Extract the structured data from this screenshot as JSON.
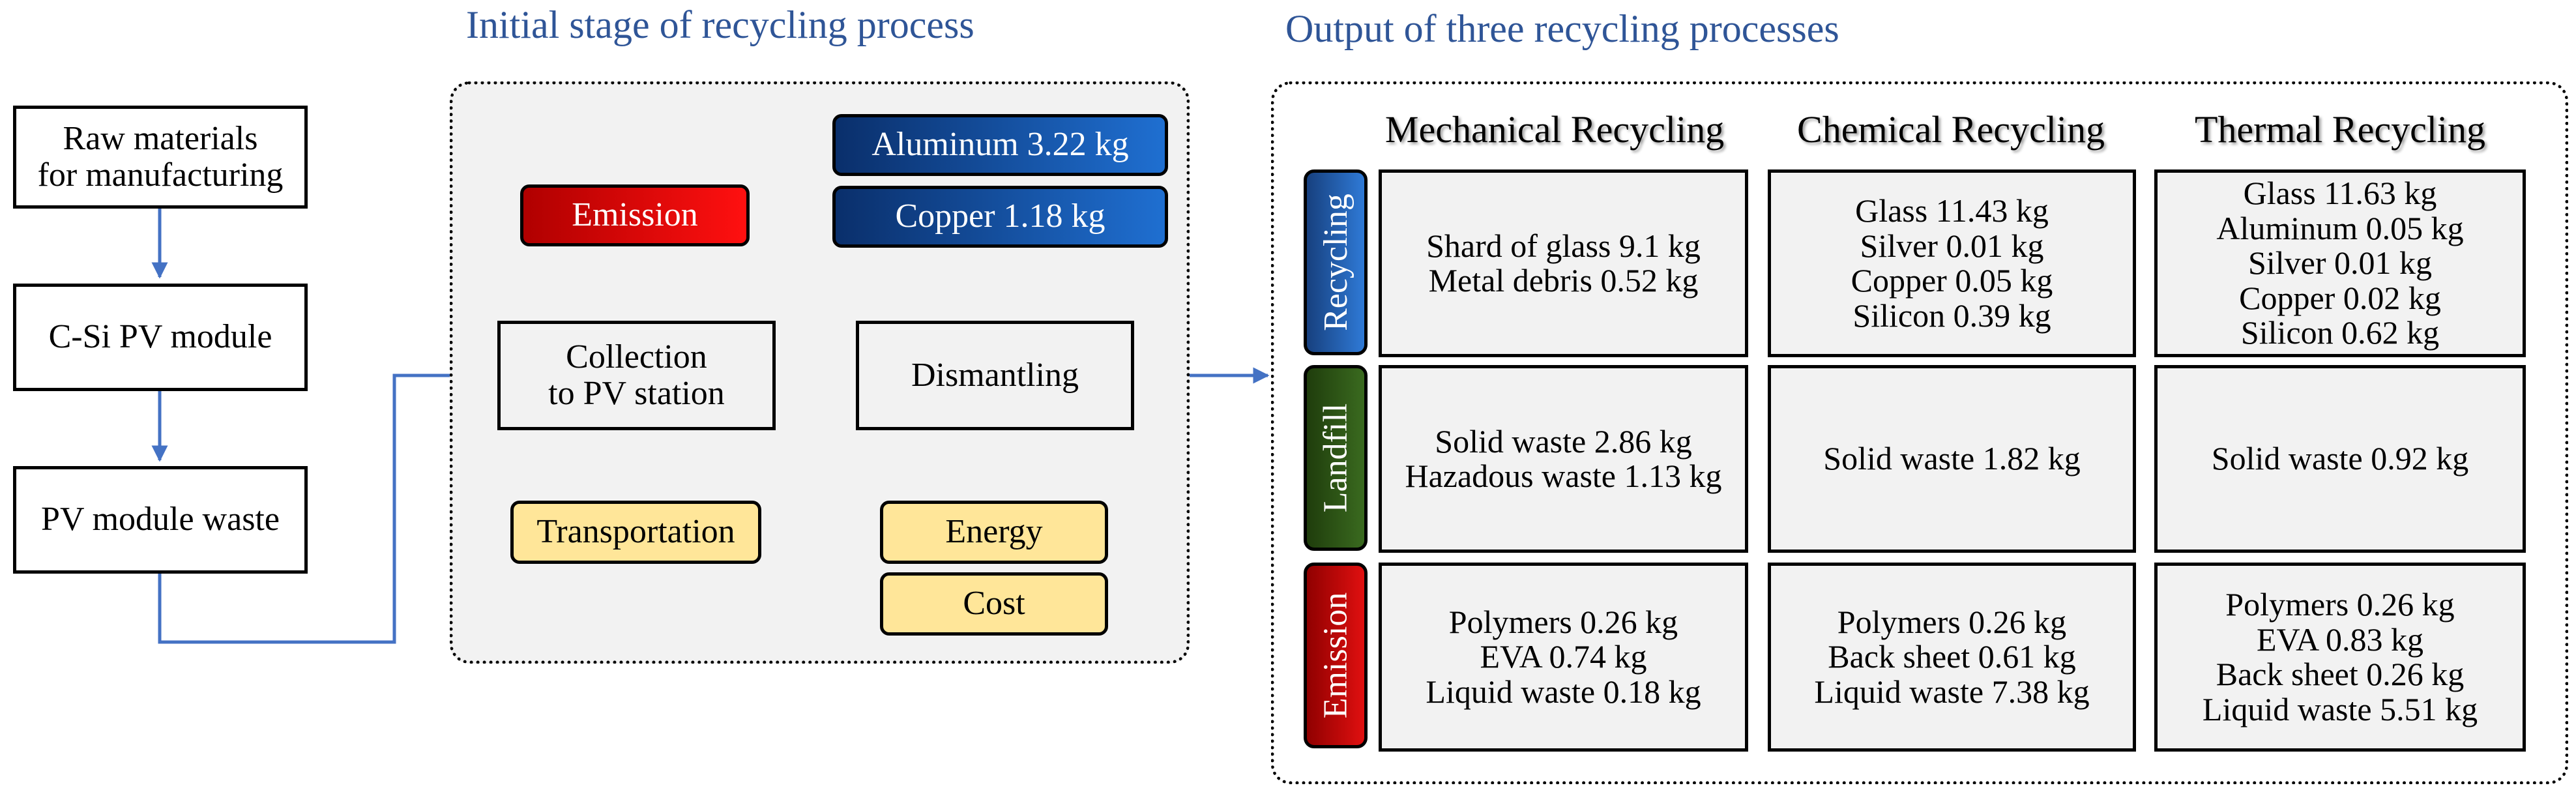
{
  "flow": {
    "raw_materials": "Raw materials\nfor manufacturing",
    "pv_module": "C-Si PV module",
    "pv_waste": "PV module waste"
  },
  "initial_stage": {
    "title": "Initial stage of recycling process",
    "emission": "Emission",
    "collection": "Collection\nto PV station",
    "transportation": "Transportation",
    "dismantling": "Dismantling",
    "aluminum": "Aluminum 3.22 kg",
    "copper": "Copper 1.18 kg",
    "energy": "Energy",
    "cost": "Cost"
  },
  "output": {
    "title": "Output of three recycling processes",
    "columns": [
      "Mechanical Recycling",
      "Chemical Recycling",
      "Thermal Recycling"
    ],
    "rows": [
      {
        "label": "Recycling",
        "color": "#1f5fb0",
        "cells": [
          "Shard of glass 9.1 kg\nMetal debris 0.52 kg",
          "Glass 11.43 kg\nSilver 0.01 kg\nCopper 0.05 kg\nSilicon 0.39 kg",
          "Glass 11.63 kg\nAluminum 0.05 kg\nSilver 0.01 kg\nCopper 0.02 kg\nSilicon 0.62 kg"
        ]
      },
      {
        "label": "Landfill",
        "color": "#2d5016",
        "cells": [
          "Solid waste 2.86 kg\nHazadous waste 1.13 kg",
          "Solid waste 1.82 kg",
          "Solid waste 0.92 kg"
        ]
      },
      {
        "label": "Emission",
        "color": "#c00000",
        "cells": [
          "Polymers 0.26 kg\nEVA 0.74 kg\nLiquid waste 0.18 kg",
          "Polymers 0.26 kg\nBack sheet 0.61 kg\nLiquid waste 7.38 kg",
          "Polymers 0.26 kg\nEVA 0.83 kg\nBack sheet 0.26 kg\nLiquid waste 5.51 kg"
        ]
      }
    ]
  },
  "colors": {
    "arrow": "#4472c4",
    "title": "#2f5597",
    "panel_fill": "#f2f2f2",
    "tag_yellow": "#ffe699"
  }
}
